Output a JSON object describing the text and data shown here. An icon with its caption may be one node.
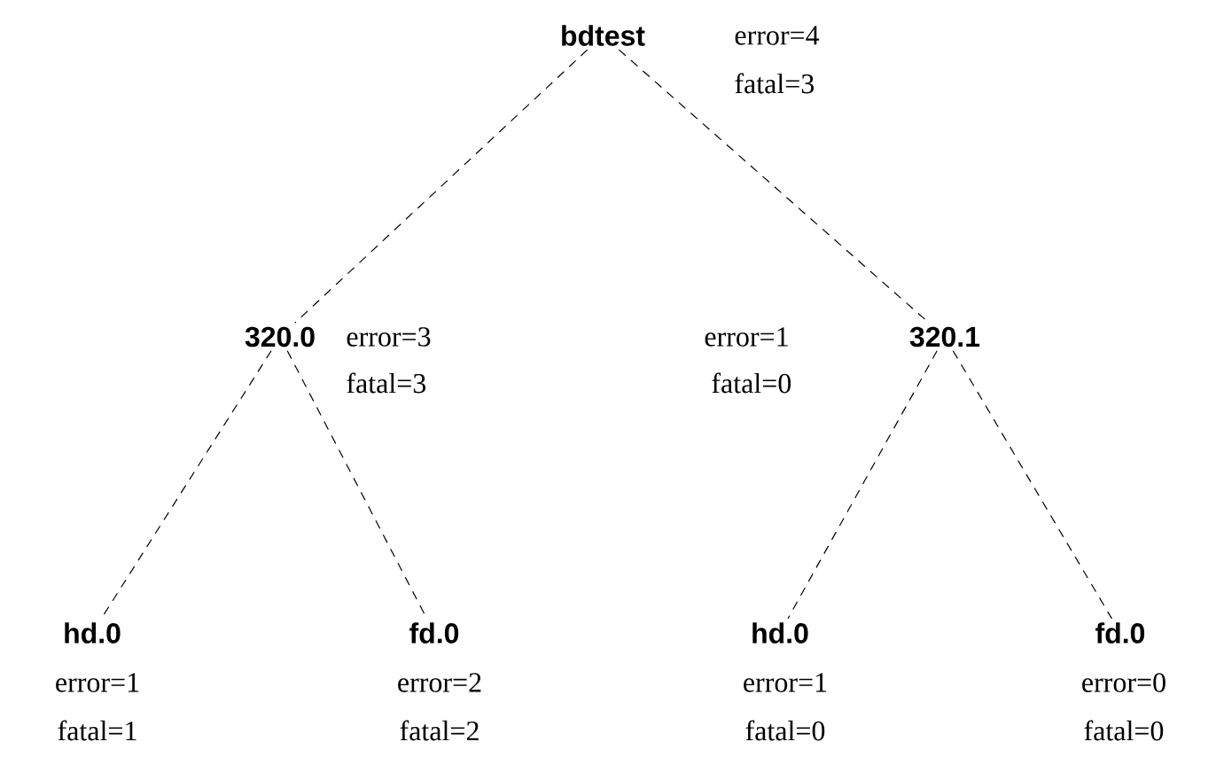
{
  "diagram": {
    "nodes": [
      {
        "text": [
          "bdtest"
        ],
        "beside": [
          "error=4",
          "fatal=3"
        ]
      },
      {
        "text": [
          "320.0"
        ],
        "beside": [
          "error=3",
          "fatal=3"
        ]
      },
      {
        "text": [
          "320.1"
        ],
        "beside": [
          "error=1",
          "fatal=0"
        ]
      },
      {
        "text": [
          "hd.0"
        ],
        "beside": [
          "error=1",
          "fatal=1"
        ]
      },
      {
        "text": [
          "fd.0"
        ],
        "beside": [
          "error=2",
          "fatal=2"
        ]
      },
      {
        "text": [
          "hd.0"
        ],
        "beside": [
          "error=1",
          "fatal=0"
        ]
      },
      {
        "text": [
          "fd.0"
        ],
        "beside": [
          "error=0",
          "fatal=0"
        ]
      }
    ],
    "edges": [
      {
        "from": 0,
        "to": 1,
        "arrow": "none",
        "style": "dashed"
      },
      {
        "from": 0,
        "to": 2,
        "arrow": "none",
        "style": "dashed"
      },
      {
        "from": 1,
        "to": 3,
        "arrow": "none",
        "style": "dashed"
      },
      {
        "from": 1,
        "to": 4,
        "arrow": "none",
        "style": "dashed"
      },
      {
        "from": 2,
        "to": 5,
        "arrow": "none",
        "style": "dashed"
      },
      {
        "from": 2,
        "to": 6,
        "arrow": "none",
        "style": "dashed"
      }
    ]
  }
}
